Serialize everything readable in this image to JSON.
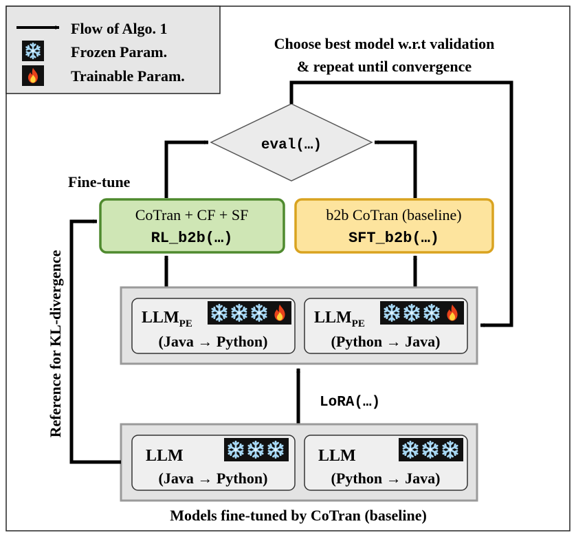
{
  "legend": {
    "flow_label": "Flow of Algo. 1",
    "frozen_label": "Frozen Param.",
    "trainable_label": "Trainable Param."
  },
  "loop": {
    "line1": "Choose best model w.r.t validation",
    "line2": "& repeat until convergence"
  },
  "eval_label": "eval(…)",
  "finetune_label": "Fine-tune",
  "rl_box": {
    "line1": "CoTran + CF + SF",
    "line2": "RL_b2b(…)"
  },
  "sft_box": {
    "line1": "b2b CoTran (baseline)",
    "line2": "SFT_b2b(…)"
  },
  "pe_models": [
    {
      "name": "LLM",
      "sub": "PE",
      "direction": "(Java → Python)"
    },
    {
      "name": "LLM",
      "sub": "PE",
      "direction": "(Python → Java)"
    }
  ],
  "lora_label": "LoRA(…)",
  "base_models": [
    {
      "name": "LLM",
      "direction": "(Java → Python)"
    },
    {
      "name": "LLM",
      "direction": "(Python → Java)"
    }
  ],
  "bottom_caption": "Models fine-tuned by CoTran (baseline)",
  "kl_label": "Reference for KL-divergence",
  "colors": {
    "rl_fill": "#cfe6b5",
    "rl_stroke": "#4f8a2e",
    "sft_fill": "#fde49e",
    "sft_stroke": "#d9a320",
    "panel_fill": "#e3e3e3",
    "panel_stroke": "#9a9a9a",
    "legend_fill": "#e6e6e6",
    "icon_bg": "#111111",
    "snow": "#a7d8f5",
    "flame_outer": "#e8421b",
    "flame_inner": "#ffd23a"
  },
  "icons": {
    "frozen": "snowflake-icon",
    "trainable": "flame-icon"
  }
}
